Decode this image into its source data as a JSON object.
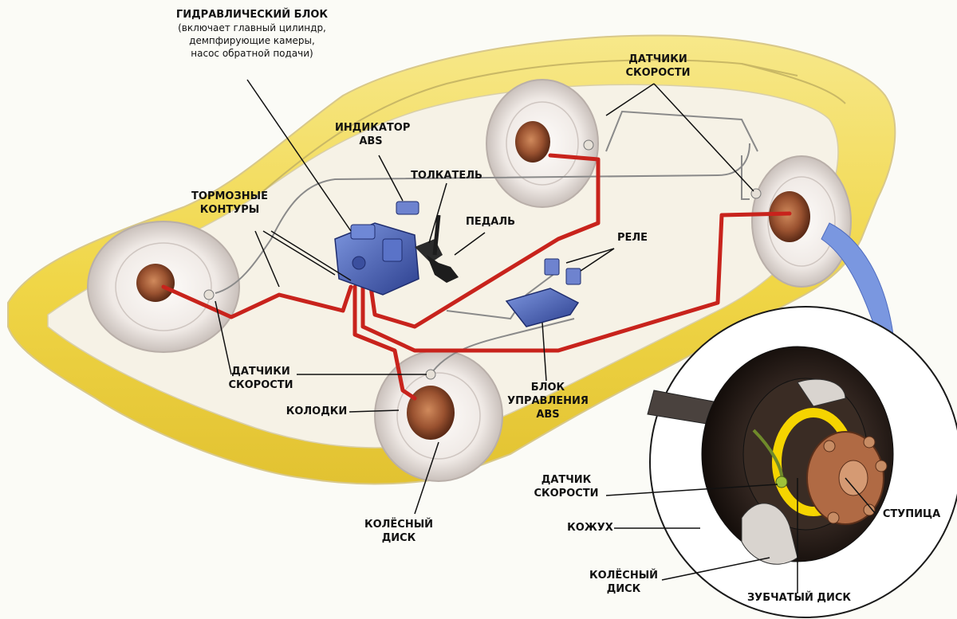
{
  "labels": {
    "hydraulic_block": {
      "title": "ГИДРАВЛИЧЕСКИЙ БЛОК",
      "line1": "(включает главный цилиндр,",
      "line2": "демпфирующие камеры,",
      "line3": "насос обратной подачи)"
    },
    "abs_indicator": {
      "line1": "ИНДИКАТОР",
      "line2": "ABS"
    },
    "pusher": "ТОЛКАТЕЛЬ",
    "pedal": "ПЕДАЛЬ",
    "relay": "РЕЛЕ",
    "brake_circuits": {
      "line1": "ТОРМОЗНЫЕ",
      "line2": "КОНТУРЫ"
    },
    "speed_sensors_top": {
      "line1": "ДАТЧИКИ",
      "line2": "СКОРОСТИ"
    },
    "speed_sensors_left": {
      "line1": "ДАТЧИКИ",
      "line2": "СКОРОСТИ"
    },
    "pads": "КОЛОДКИ",
    "wheel_disc_main": {
      "line1": "КОЛЁСНЫЙ",
      "line2": "ДИСК"
    },
    "abs_control_unit": {
      "line1": "БЛОК",
      "line2": "УПРАВЛЕНИЯ",
      "line3": "ABS"
    },
    "speed_sensor_detail": {
      "line1": "ДАТЧИК",
      "line2": "СКОРОСТИ"
    },
    "housing": "КОЖУХ",
    "wheel_disc_detail": {
      "line1": "КОЛЁСНЫЙ",
      "line2": "ДИСК"
    },
    "toothed_disc": "ЗУБЧАТЫЙ ДИСК",
    "hub": "СТУПИЦА"
  },
  "colors": {
    "car_body": "#f2dc5a",
    "brake_line": "#c8231c",
    "hydraulic_unit": "#4a5fb0",
    "wheel": "#e9e4e1",
    "rotor": "#8c4a2c",
    "wire": "#7a7a7a",
    "detail_circle_bg": "#ffffff"
  },
  "icons": [
    "wheel-icon",
    "brake-rotor-icon",
    "hydraulic-block-icon",
    "abs-control-unit-icon",
    "relay-icon",
    "pedal-icon",
    "abs-indicator-icon"
  ]
}
